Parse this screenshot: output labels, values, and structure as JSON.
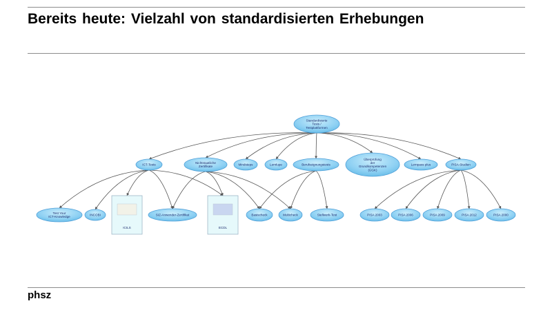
{
  "slide": {
    "title": "Bereits heute: Vielzahl von standardisierten Erhebungen",
    "footer": "phsz"
  },
  "diagram": {
    "nodes": [
      {
        "id": "root",
        "lines": [
          "Standardisierte",
          "Tests /",
          "Testplattformen"
        ]
      },
      {
        "id": "ict",
        "lines": [
          "ICT-Tests"
        ]
      },
      {
        "id": "nicht",
        "lines": [
          "Nichtstaatliche",
          "Zertifikate"
        ]
      },
      {
        "id": "mind",
        "lines": [
          "Mindsteps"
        ]
      },
      {
        "id": "lern",
        "lines": [
          "Lernlupe"
        ]
      },
      {
        "id": "beruf",
        "lines": [
          "Berufseignungstests"
        ]
      },
      {
        "id": "ueb",
        "lines": [
          "Überprüfung",
          "der",
          "Grundkompetenzen",
          "(ÜGK)"
        ]
      },
      {
        "id": "lernpass",
        "lines": [
          "Lernpass plus"
        ]
      },
      {
        "id": "pisa",
        "lines": [
          "PISA-Studien"
        ]
      },
      {
        "id": "test",
        "lines": [
          "Test Your",
          "ICT-Knowledge"
        ]
      },
      {
        "id": "incobi",
        "lines": [
          "INCOBI"
        ]
      },
      {
        "id": "icils",
        "lines": [
          "ICILS"
        ]
      },
      {
        "id": "siz",
        "lines": [
          "SIZ-Anwender-Zertifikat"
        ]
      },
      {
        "id": "ecdl",
        "lines": [
          "ECDL"
        ]
      },
      {
        "id": "basis",
        "lines": [
          "Basischeck"
        ]
      },
      {
        "id": "multi",
        "lines": [
          "Multicheck"
        ]
      },
      {
        "id": "stell",
        "lines": [
          "Stellwerk-Test"
        ]
      },
      {
        "id": "p2003",
        "lines": [
          "PISA 2003"
        ]
      },
      {
        "id": "p2006",
        "lines": [
          "PISA 2006"
        ]
      },
      {
        "id": "p2009",
        "lines": [
          "PISA 2009"
        ]
      },
      {
        "id": "p2012",
        "lines": [
          "PISA 2012"
        ]
      },
      {
        "id": "p2000",
        "lines": [
          "PISA 2000"
        ]
      }
    ],
    "edges": [
      [
        "root",
        "ict"
      ],
      [
        "root",
        "nicht"
      ],
      [
        "root",
        "mind"
      ],
      [
        "root",
        "lern"
      ],
      [
        "root",
        "beruf"
      ],
      [
        "root",
        "ueb"
      ],
      [
        "root",
        "lernpass"
      ],
      [
        "root",
        "pisa"
      ],
      [
        "ict",
        "test"
      ],
      [
        "ict",
        "incobi"
      ],
      [
        "ict",
        "icils"
      ],
      [
        "ict",
        "siz"
      ],
      [
        "ict",
        "ecdl"
      ],
      [
        "nicht",
        "siz"
      ],
      [
        "nicht",
        "ecdl"
      ],
      [
        "nicht",
        "basis"
      ],
      [
        "nicht",
        "multi"
      ],
      [
        "beruf",
        "basis"
      ],
      [
        "beruf",
        "multi"
      ],
      [
        "beruf",
        "stell"
      ],
      [
        "pisa",
        "p2003"
      ],
      [
        "pisa",
        "p2006"
      ],
      [
        "pisa",
        "p2009"
      ],
      [
        "pisa",
        "p2012"
      ],
      [
        "pisa",
        "p2000"
      ]
    ]
  }
}
